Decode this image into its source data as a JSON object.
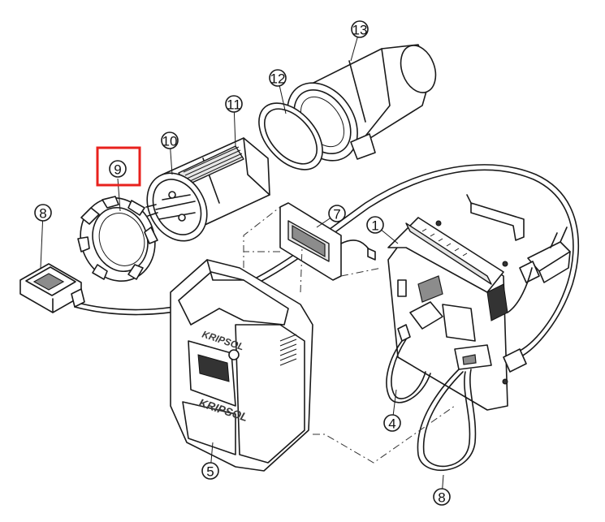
{
  "callouts": [
    {
      "id": "1",
      "label": "1"
    },
    {
      "id": "4",
      "label": "4"
    },
    {
      "id": "5",
      "label": "5"
    },
    {
      "id": "7",
      "label": "7"
    },
    {
      "id": "8a",
      "label": "8"
    },
    {
      "id": "8b",
      "label": "8"
    },
    {
      "id": "9",
      "label": "9",
      "highlighted": true
    },
    {
      "id": "10",
      "label": "10"
    },
    {
      "id": "11",
      "label": "11"
    },
    {
      "id": "12",
      "label": "12"
    },
    {
      "id": "13",
      "label": "13"
    }
  ],
  "brand_logo": "KRIPSOL",
  "colors": {
    "highlight_box": "#e8211d",
    "line": "#1a1a1a",
    "background": "#ffffff"
  }
}
